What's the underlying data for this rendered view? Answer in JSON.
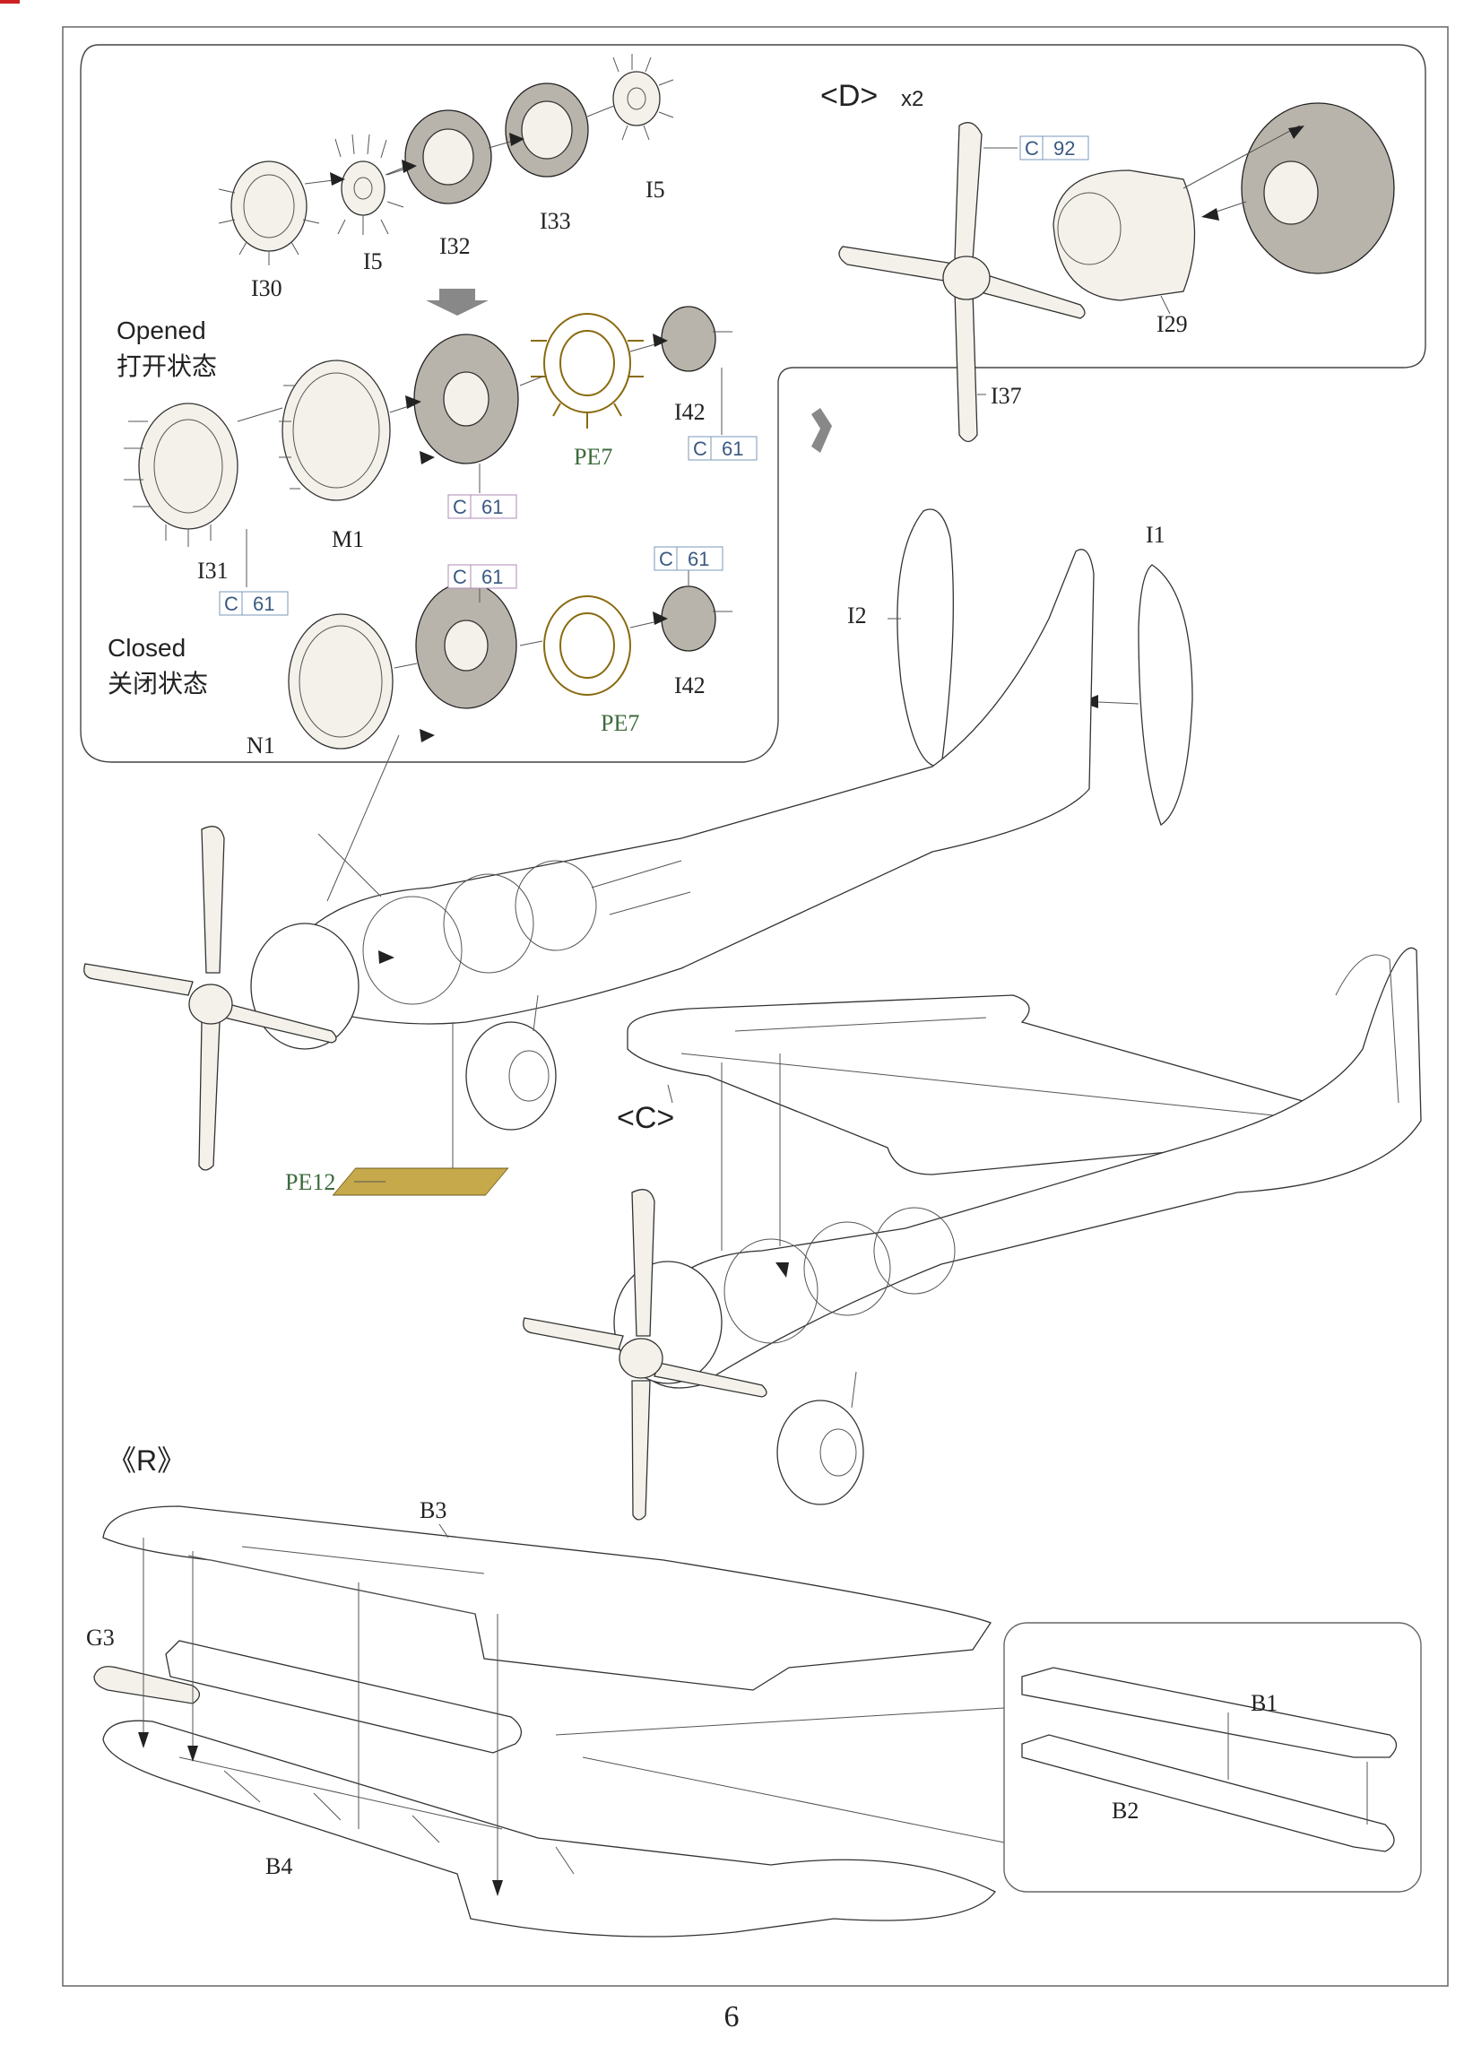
{
  "page": {
    "number": "6"
  },
  "colors": {
    "pe_green": "#3c6b3c",
    "color_ref_blue": "#3a5a82",
    "brass": "#d8b84a"
  },
  "engine_exploded": {
    "parts": [
      "I30",
      "I5",
      "I32",
      "I33",
      "I5"
    ]
  },
  "opened_state": {
    "title_en": "Opened",
    "title_cn": "打开状态",
    "parts": {
      "ring": "I31",
      "cowl": "M1",
      "pe": "PE7",
      "hub": "I42"
    },
    "color_refs": {
      "ring": [
        "C",
        "61"
      ],
      "engine": [
        "C",
        "61"
      ],
      "hub": [
        "C",
        "61"
      ]
    }
  },
  "closed_state": {
    "title_en": "Closed",
    "title_cn": "关闭状态",
    "parts": {
      "cowl": "N1",
      "pe": "PE7",
      "hub": "I42"
    },
    "color_refs": {
      "engine": [
        "C",
        "61"
      ],
      "hub": [
        "C",
        "61"
      ]
    }
  },
  "subassembly_d": {
    "label": "<D>",
    "multiplier": "x2",
    "parts": {
      "propeller": "I37",
      "spinner_cowl": "I29"
    },
    "color_refs": {
      "propeller": [
        "C",
        "92"
      ]
    }
  },
  "tail": {
    "parts": [
      "I2",
      "I1"
    ]
  },
  "main_assembly": {
    "pe_mesh": "PE12",
    "wing_callout": "<C>"
  },
  "subassembly_r": {
    "label": "《R》",
    "parts": {
      "upper_wing": "B3",
      "lower_wing": "B4",
      "gun_pod": "G3",
      "flap_upper": "B1",
      "flap_lower": "B2"
    }
  }
}
